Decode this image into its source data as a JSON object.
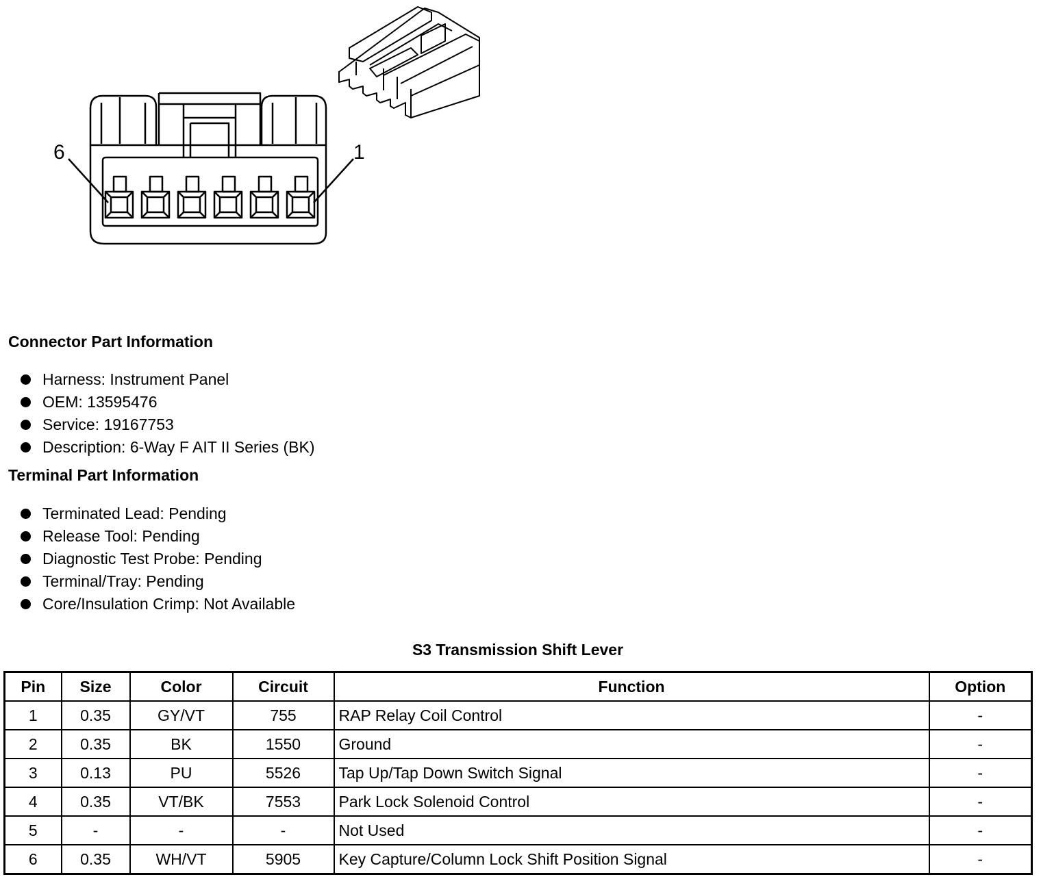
{
  "diagram": {
    "pin_label_left": "6",
    "pin_label_right": "1"
  },
  "connector_section": {
    "title": "Connector Part Information",
    "items": [
      "Harness: Instrument Panel",
      "OEM: 13595476",
      "Service: 19167753",
      "Description: 6-Way F AIT II Series (BK)"
    ]
  },
  "terminal_section": {
    "title": "Terminal Part Information",
    "items": [
      "Terminated Lead: Pending",
      "Release Tool: Pending",
      "Diagnostic Test Probe: Pending",
      "Terminal/Tray: Pending",
      "Core/Insulation Crimp: Not Available"
    ]
  },
  "table": {
    "title": "S3 Transmission Shift Lever",
    "headers": [
      "Pin",
      "Size",
      "Color",
      "Circuit",
      "Function",
      "Option"
    ],
    "rows": [
      [
        "1",
        "0.35",
        "GY/VT",
        "755",
        "RAP Relay Coil Control",
        "-"
      ],
      [
        "2",
        "0.35",
        "BK",
        "1550",
        "Ground",
        "-"
      ],
      [
        "3",
        "0.13",
        "PU",
        "5526",
        "Tap Up/Tap Down Switch Signal",
        "-"
      ],
      [
        "4",
        "0.35",
        "VT/BK",
        "7553",
        "Park Lock Solenoid Control",
        "-"
      ],
      [
        "5",
        "-",
        "-",
        "-",
        "Not Used",
        "-"
      ],
      [
        "6",
        "0.35",
        "WH/VT",
        "5905",
        "Key Capture/Column Lock Shift Position Signal",
        "-"
      ]
    ]
  }
}
